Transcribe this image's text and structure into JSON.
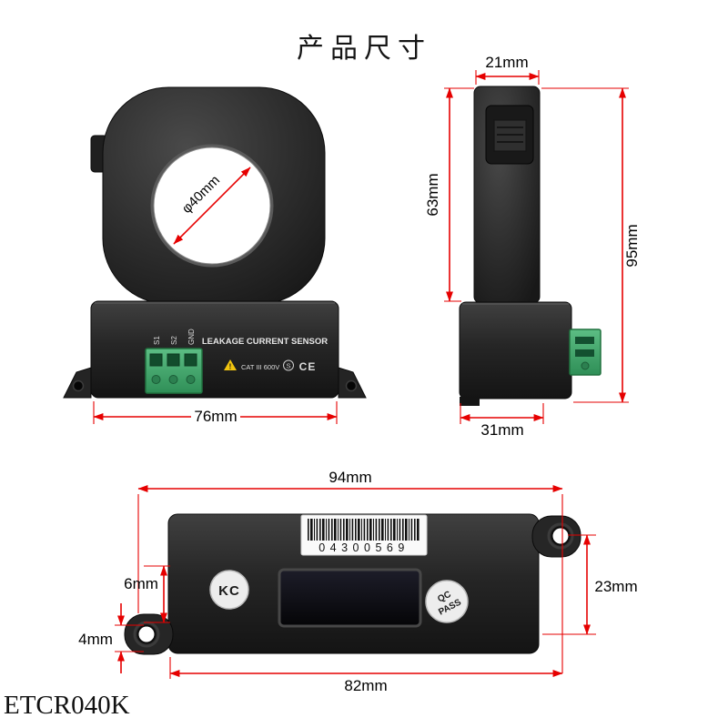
{
  "title": "产品尺寸",
  "model": "ETCR040K",
  "colors": {
    "dimension_red": "#e60000",
    "body_dark": "#2a2a2a",
    "terminal_green": "#3fa96b"
  },
  "front_view": {
    "hole_diameter_label": "φ40mm",
    "base_width_label": "76mm",
    "terminal_labels": [
      "S1",
      "S2",
      "GND"
    ],
    "product_label": "LEAKAGE CURRENT SENSOR",
    "warning_mark": "!",
    "rating_label": "CAT III 600V",
    "safety_mark": "S",
    "ce_mark": "CE"
  },
  "side_view": {
    "top_width_label": "21mm",
    "ring_height_label": "63mm",
    "total_height_label": "95mm",
    "base_depth_label": "31mm"
  },
  "bottom_view": {
    "overall_length_label": "94mm",
    "body_height_label": "23mm",
    "ear_offset_label": "6mm",
    "ear_thickness_label": "4mm",
    "hole_spacing_label": "82mm",
    "serial_number": "04300569",
    "kc_mark": "KC",
    "qc_mark_line1": "QC",
    "qc_mark_line2": "PASS"
  }
}
